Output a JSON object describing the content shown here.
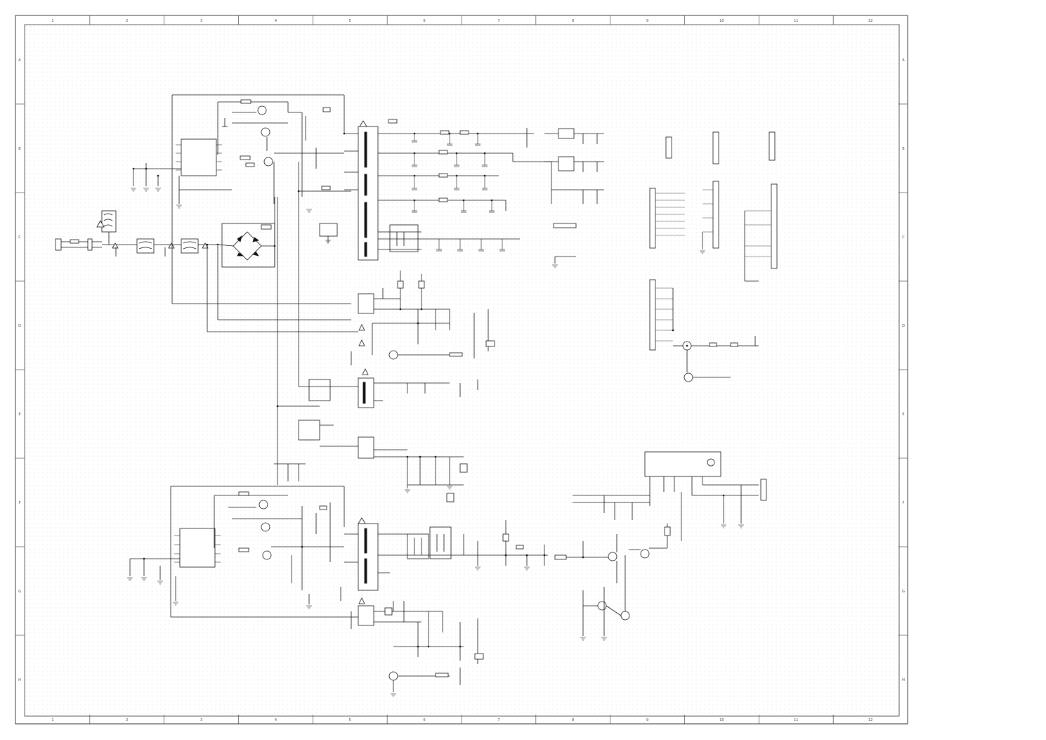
{
  "sheet": {
    "columns": [
      "1",
      "2",
      "3",
      "4",
      "5",
      "6",
      "7",
      "8",
      "9",
      "10",
      "11",
      "12"
    ],
    "rows": [
      "A",
      "B",
      "C",
      "D",
      "E",
      "F",
      "G",
      "H"
    ]
  },
  "colors": {
    "wire": "#111111",
    "border": "#333333",
    "grid": "#d0d0d0",
    "paper": "#ffffff"
  }
}
